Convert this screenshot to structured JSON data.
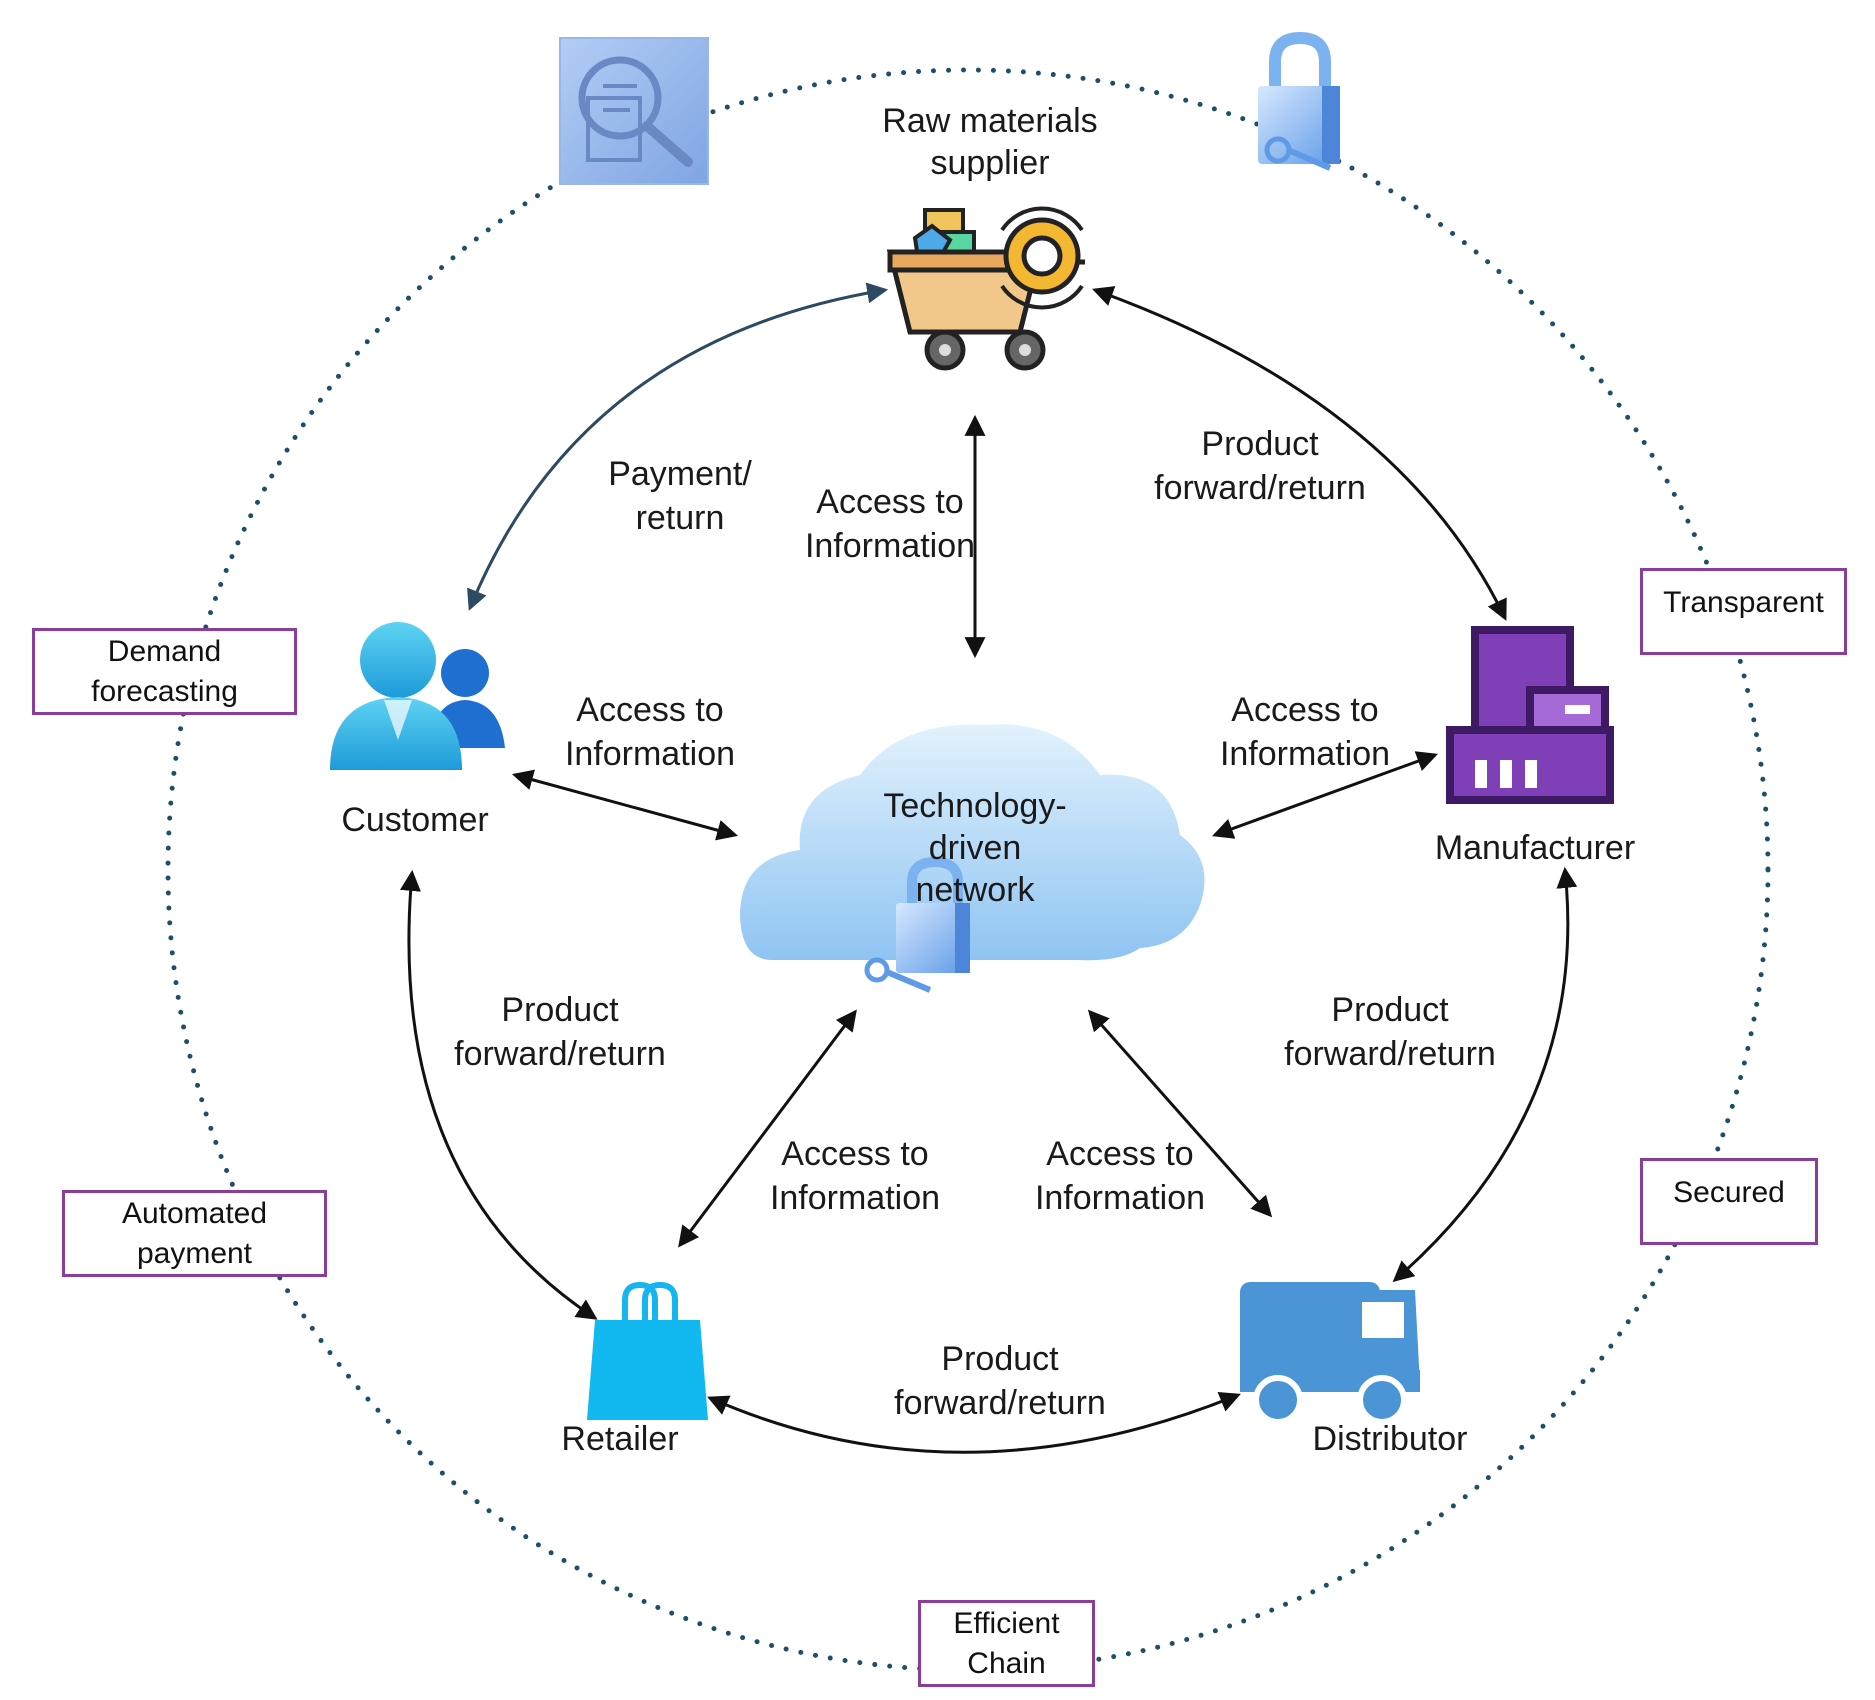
{
  "nodes": {
    "supplier": {
      "line1": "Raw materials",
      "line2": "supplier",
      "icon": "shopping-cart-gear-icon"
    },
    "customer": {
      "label": "Customer",
      "icon": "customer-users-icon"
    },
    "manufacturer": {
      "label": "Manufacturer",
      "icon": "factory-building-icon"
    },
    "network": {
      "line1": "Technology-",
      "line2": "driven",
      "line3": "network",
      "icon": "cloud-lock-icon"
    },
    "retailer": {
      "label": "Retailer",
      "icon": "shopping-bag-icon"
    },
    "distributor": {
      "label": "Distributor",
      "icon": "delivery-truck-icon"
    }
  },
  "edges": {
    "payment_return": {
      "line1": "Payment/",
      "line2": "return"
    },
    "access_top": {
      "line1": "Access to",
      "line2": "Information"
    },
    "product_top_right": {
      "line1": "Product",
      "line2": "forward/return"
    },
    "access_left": {
      "line1": "Access to",
      "line2": "Information"
    },
    "access_right": {
      "line1": "Access to",
      "line2": "Information"
    },
    "product_left": {
      "line1": "Product",
      "line2": "forward/return"
    },
    "product_right": {
      "line1": "Product",
      "line2": "forward/return"
    },
    "access_bottom_left": {
      "line1": "Access to",
      "line2": "Information"
    },
    "access_bottom_right": {
      "line1": "Access to",
      "line2": "Information"
    },
    "product_bottom": {
      "line1": "Product",
      "line2": "forward/return"
    }
  },
  "attributes": {
    "demand": {
      "line1": "Demand",
      "line2": "forecasting"
    },
    "transparent": {
      "line1": "Transparent"
    },
    "automated": {
      "line1": "Automated",
      "line2": "payment"
    },
    "secured": {
      "line1": "Secured"
    },
    "efficient": {
      "line1": "Efficient",
      "line2": "Chain"
    }
  },
  "decorations": {
    "top_left_icon": "document-search-icon",
    "top_right_icon": "padlock-key-icon"
  },
  "colors": {
    "attribute_border": "#8a3d9a",
    "dotted_ring": "#1f4e6b",
    "arrow": "#111111"
  }
}
